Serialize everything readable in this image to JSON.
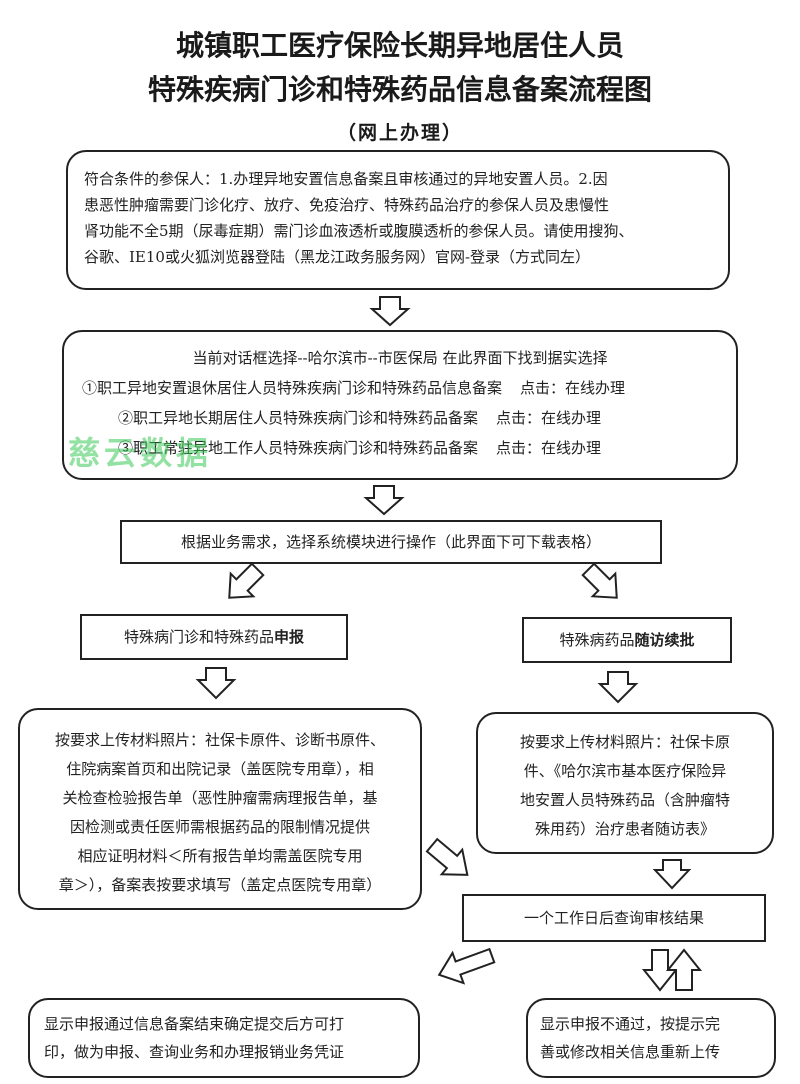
{
  "title": {
    "line1": "城镇职工医疗保险长期异地居住人员",
    "line2": "特殊疾病门诊和特殊药品信息备案流程图",
    "line3": "（网上办理）"
  },
  "box1": {
    "lines": [
      "符合条件的参保人：1.办理异地安置信息备案且审核通过的异地安置人员。2.因",
      "患恶性肿瘤需要门诊化疗、放疗、免疫治疗、特殊药品治疗的参保人员及患慢性",
      "肾功能不全5期（尿毒症期）需门诊血液透析或腹膜透析的参保人员。请使用搜狗、",
      "谷歌、IE10或火狐浏览器登陆（黑龙江政务服务网）官网-登录（方式同左）"
    ]
  },
  "box2": {
    "header": "当前对话框选择--哈尔滨市--市医保局    在此界面下找到据实选择",
    "options": [
      {
        "num": "①",
        "label": "职工异地安置退休居住人员特殊疾病门诊和特殊药品信息备案",
        "action": "点击：在线办理"
      },
      {
        "num": "②",
        "label": "职工异地长期居住人员特殊疾病门诊和特殊药品备案",
        "action": "点击：在线办理"
      },
      {
        "num": "③",
        "label": "职工常驻异地工作人员特殊疾病门诊和特殊药品备案",
        "action": "点击：在线办理"
      }
    ]
  },
  "watermark": "慈云数据",
  "box3": {
    "text": "根据业务需求，选择系统模块进行操作（此界面下可下载表格）"
  },
  "left_branch": {
    "label_prefix": "特殊病门诊和特殊药品",
    "label_bold": "申报",
    "upload_lines": [
      "按要求上传材料照片：社保卡原件、诊断书原件、",
      "住院病案首页和出院记录（盖医院专用章），相",
      "关检查检验报告单（恶性肿瘤需病理报告单，基",
      "因检测或责任医师需根据药品的限制情况提供",
      "相应证明材料＜所有报告单均需盖医院专用",
      "章＞），备案表按要求填写（盖定点医院专用章）"
    ]
  },
  "right_branch": {
    "label_prefix": "特殊病药品",
    "label_bold": "随访续批",
    "upload_lines": [
      "按要求上传材料照片：社保卡原",
      "件、《哈尔滨市基本医疗保险异",
      "地安置人员特殊药品（含肿瘤特",
      "殊用药）治疗患者随访表》"
    ]
  },
  "review": {
    "text": "一个工作日后查询审核结果"
  },
  "pass": {
    "lines": [
      "显示申报通过信息备案结束确定提交后方可打",
      "印，做为申报、查询业务和办理报销业务凭证"
    ]
  },
  "fail": {
    "lines": [
      "显示申报不通过，按提示完",
      "善或修改相关信息重新上传"
    ]
  }
}
